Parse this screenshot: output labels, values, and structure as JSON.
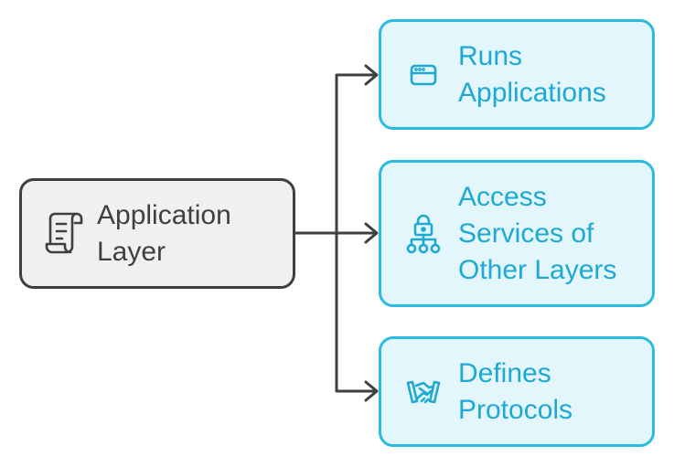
{
  "root": {
    "label": "Application\nLayer",
    "icon": "scroll-icon"
  },
  "children": [
    {
      "label": "Runs\nApplications",
      "icon": "browser-window-icon"
    },
    {
      "label": "Access\nServices of\nOther Layers",
      "icon": "hierarchy-lock-icon"
    },
    {
      "label": "Defines\nProtocols",
      "icon": "handshake-icon"
    }
  ],
  "colors": {
    "root_fill": "#f0f0f0",
    "root_border": "#3f3f3f",
    "child_fill": "#e3f6fb",
    "child_border": "#2bbbe0",
    "child_text": "#1ea9d4",
    "connector": "#3f3f3f"
  }
}
